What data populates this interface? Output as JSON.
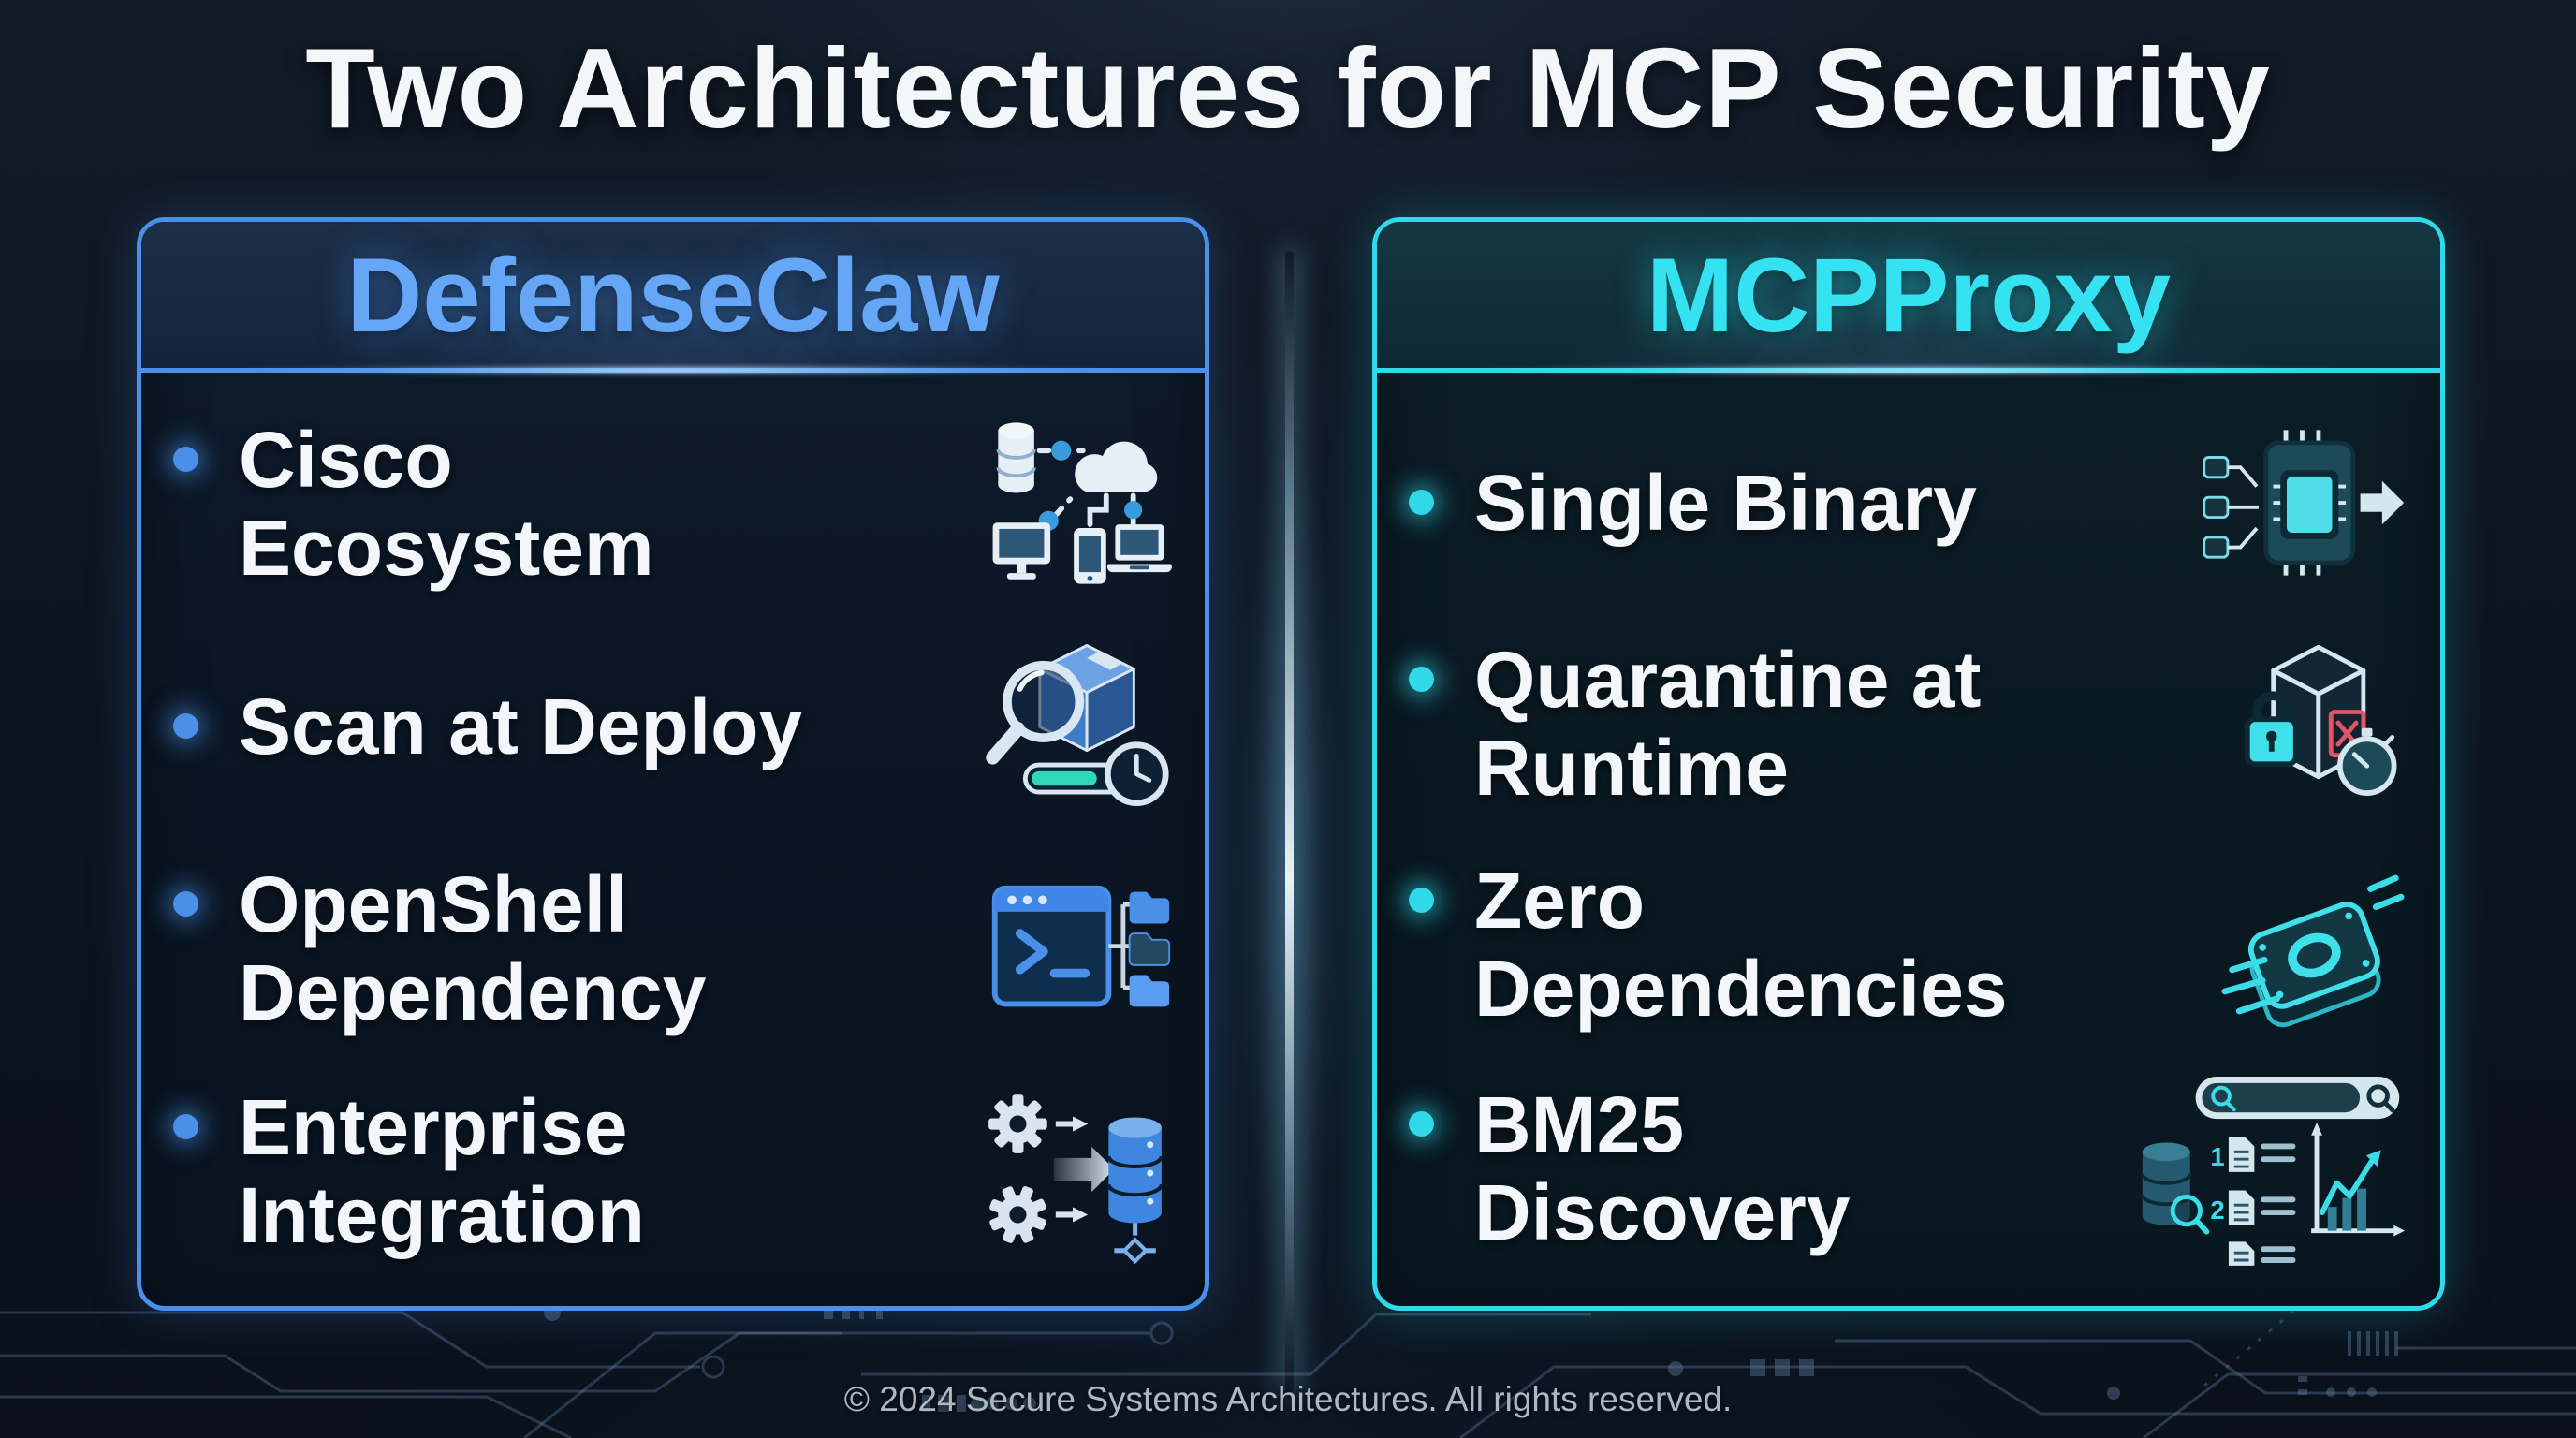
{
  "title": "Two Architectures for MCP Security",
  "footer": "© 2024 Secure Systems Architectures. All rights reserved.",
  "colors": {
    "background": "#0c1420",
    "title_text": "#f4f7fa",
    "item_text": "#f3f6fa",
    "footer_text": "#aeb8c4",
    "defenseclaw_accent": "#4a90e8",
    "defenseclaw_title": "#66a6f6",
    "mcpproxy_accent": "#30d8e8",
    "mcpproxy_title": "#35e2f2",
    "scan_progress_fill": "#2fd8b8",
    "quarantine_error_red": "#e25566"
  },
  "cards": [
    {
      "id": "defenseclaw",
      "title": "DefenseClaw",
      "accent": "#4a90e8",
      "title_color": "#66a6f6",
      "header_bg": [
        "#1c2f49",
        "#13233a"
      ],
      "body_bg": [
        "#0e1b2b",
        "#0a1522"
      ],
      "items": [
        {
          "label": "Cisco Ecosystem",
          "icon": "network-ecosystem-icon"
        },
        {
          "label": "Scan at Deploy",
          "icon": "scan-package-icon"
        },
        {
          "label": "OpenShell\nDependency",
          "icon": "terminal-folders-icon"
        },
        {
          "label": "Enterprise\nIntegration",
          "icon": "gears-database-icon"
        }
      ]
    },
    {
      "id": "mcpproxy",
      "title": "MCPProxy",
      "accent": "#30d8e8",
      "title_color": "#35e2f2",
      "header_bg": [
        "#143843",
        "#0e2833"
      ],
      "body_bg": [
        "#0d1d27",
        "#091821"
      ],
      "items": [
        {
          "label": "Single Binary",
          "icon": "chip-pipeline-icon"
        },
        {
          "label": "Quarantine at\nRuntime",
          "icon": "quarantine-lock-icon"
        },
        {
          "label": "Zero\nDependencies",
          "icon": "zero-flying-icon"
        },
        {
          "label": "BM25\nDiscovery",
          "icon": "search-ranking-icon"
        }
      ]
    }
  ]
}
